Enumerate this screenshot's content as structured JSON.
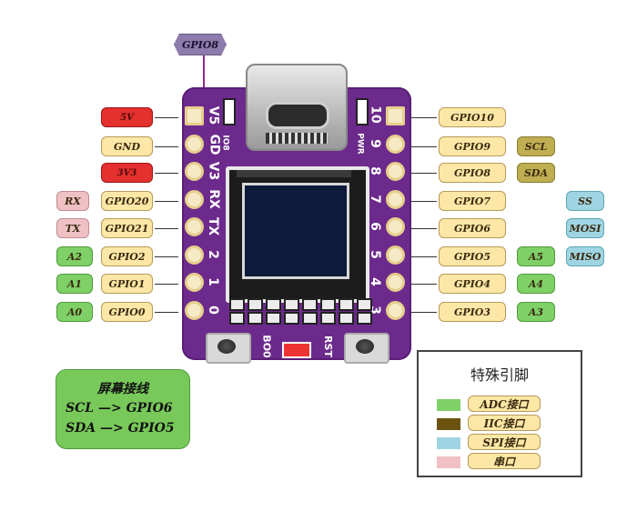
{
  "pins": {
    "top": "GPIO8",
    "left_power": [
      "5V",
      "GND",
      "3V3"
    ],
    "left_gpio": [
      "GPIO20",
      "GPIO21",
      "GPIO2",
      "GPIO1",
      "GPIO0"
    ],
    "left_serial": [
      "RX",
      "TX"
    ],
    "left_adc": [
      "A2",
      "A1",
      "A0"
    ],
    "right_gpio": [
      "GPIO10",
      "GPIO9",
      "GPIO8",
      "GPIO7",
      "GPIO6",
      "GPIO5",
      "GPIO4",
      "GPIO3"
    ],
    "right_iic": [
      "SCL",
      "SDA"
    ],
    "right_spi": [
      "SS",
      "MOSI",
      "MISO"
    ],
    "right_adc": [
      "A5",
      "A4",
      "A3"
    ]
  },
  "board_silk": {
    "left": [
      "V5",
      "GD",
      "V3",
      "RX",
      "TX",
      "2",
      "1",
      "0"
    ],
    "right": [
      "10",
      "9",
      "8",
      "7",
      "6",
      "5",
      "4",
      "3"
    ],
    "io8": "IO8",
    "pwr": "PWR",
    "boot": "BO0",
    "rst": "RST"
  },
  "note": {
    "title": "屏幕接线",
    "line1": "SCL —> GPIO6",
    "line2": "SDA —> GPIO5"
  },
  "legend": {
    "title": "特殊引脚",
    "items": [
      {
        "label": "ADC接口",
        "color": "#7ed067"
      },
      {
        "label": "IIC接口",
        "color": "#6b5310"
      },
      {
        "label": "SPI接口",
        "color": "#9fd5e2"
      },
      {
        "label": "串口",
        "color": "#efc1c5"
      }
    ]
  },
  "colors": {
    "board": "#6c2a8c",
    "gpio_tag": "#fde7a6",
    "power_tag": "#e4302e"
  }
}
